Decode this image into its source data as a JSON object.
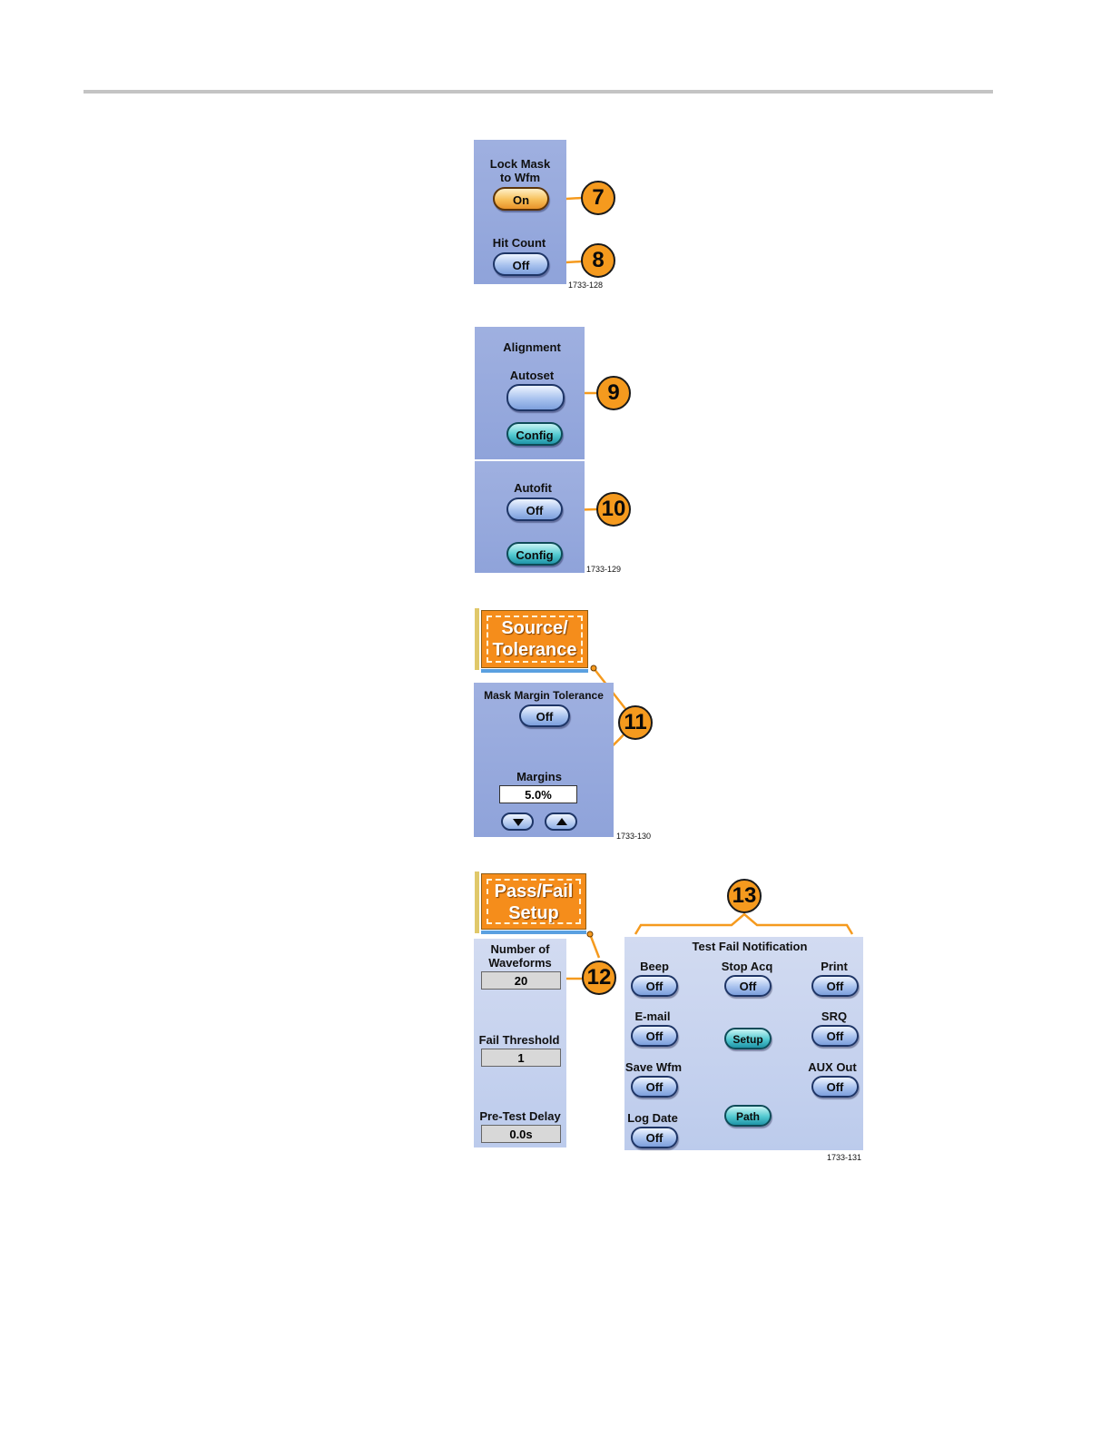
{
  "figure1": {
    "lock_mask_label": "Lock Mask\nto Wfm",
    "lock_mask_value": "On",
    "hit_count_label": "Hit Count",
    "hit_count_value": "Off",
    "callout_a": "7",
    "callout_b": "8",
    "fig_id": "1733-128"
  },
  "figure2": {
    "alignment_label": "Alignment",
    "autoset_label": "Autoset",
    "config_label": "Config",
    "autofit_label": "Autofit",
    "autofit_value": "Off",
    "config2_label": "Config",
    "callout_a": "9",
    "callout_b": "10",
    "fig_id": "1733-129"
  },
  "figure3": {
    "tab_label": "Source/\nTolerance",
    "mask_margin_label": "Mask Margin Tolerance",
    "mask_margin_value": "Off",
    "margins_label": "Margins",
    "margins_value": "5.0%",
    "callout": "11",
    "fig_id": "1733-130"
  },
  "figure4": {
    "tab_label": "Pass/Fail\nSetup",
    "num_waveforms_label": "Number of\nWaveforms",
    "num_waveforms_value": "20",
    "fail_threshold_label": "Fail Threshold",
    "fail_threshold_value": "1",
    "pretest_delay_label": "Pre-Test Delay",
    "pretest_delay_value": "0.0s",
    "callout_a": "12",
    "callout_b": "13",
    "notification_title": "Test  Fail Notification",
    "beep_label": "Beep",
    "beep_value": "Off",
    "stop_acq_label": "Stop Acq",
    "stop_acq_value": "Off",
    "print_label": "Print",
    "print_value": "Off",
    "email_label": "E-mail",
    "email_value": "Off",
    "setup_label": "Setup",
    "srq_label": "SRQ",
    "srq_value": "Off",
    "save_wfm_label": "Save Wfm",
    "save_wfm_value": "Off",
    "aux_out_label": "AUX Out",
    "aux_out_value": "Off",
    "log_date_label": "Log Date",
    "log_date_value": "Off",
    "path_label": "Path",
    "fig_id": "1733-131"
  },
  "colors": {
    "panel_blue": "#9fb0e0",
    "callout_orange": "#f59a1e",
    "tab_orange": "#f58d1b",
    "button_teal": "#52c9d0"
  }
}
